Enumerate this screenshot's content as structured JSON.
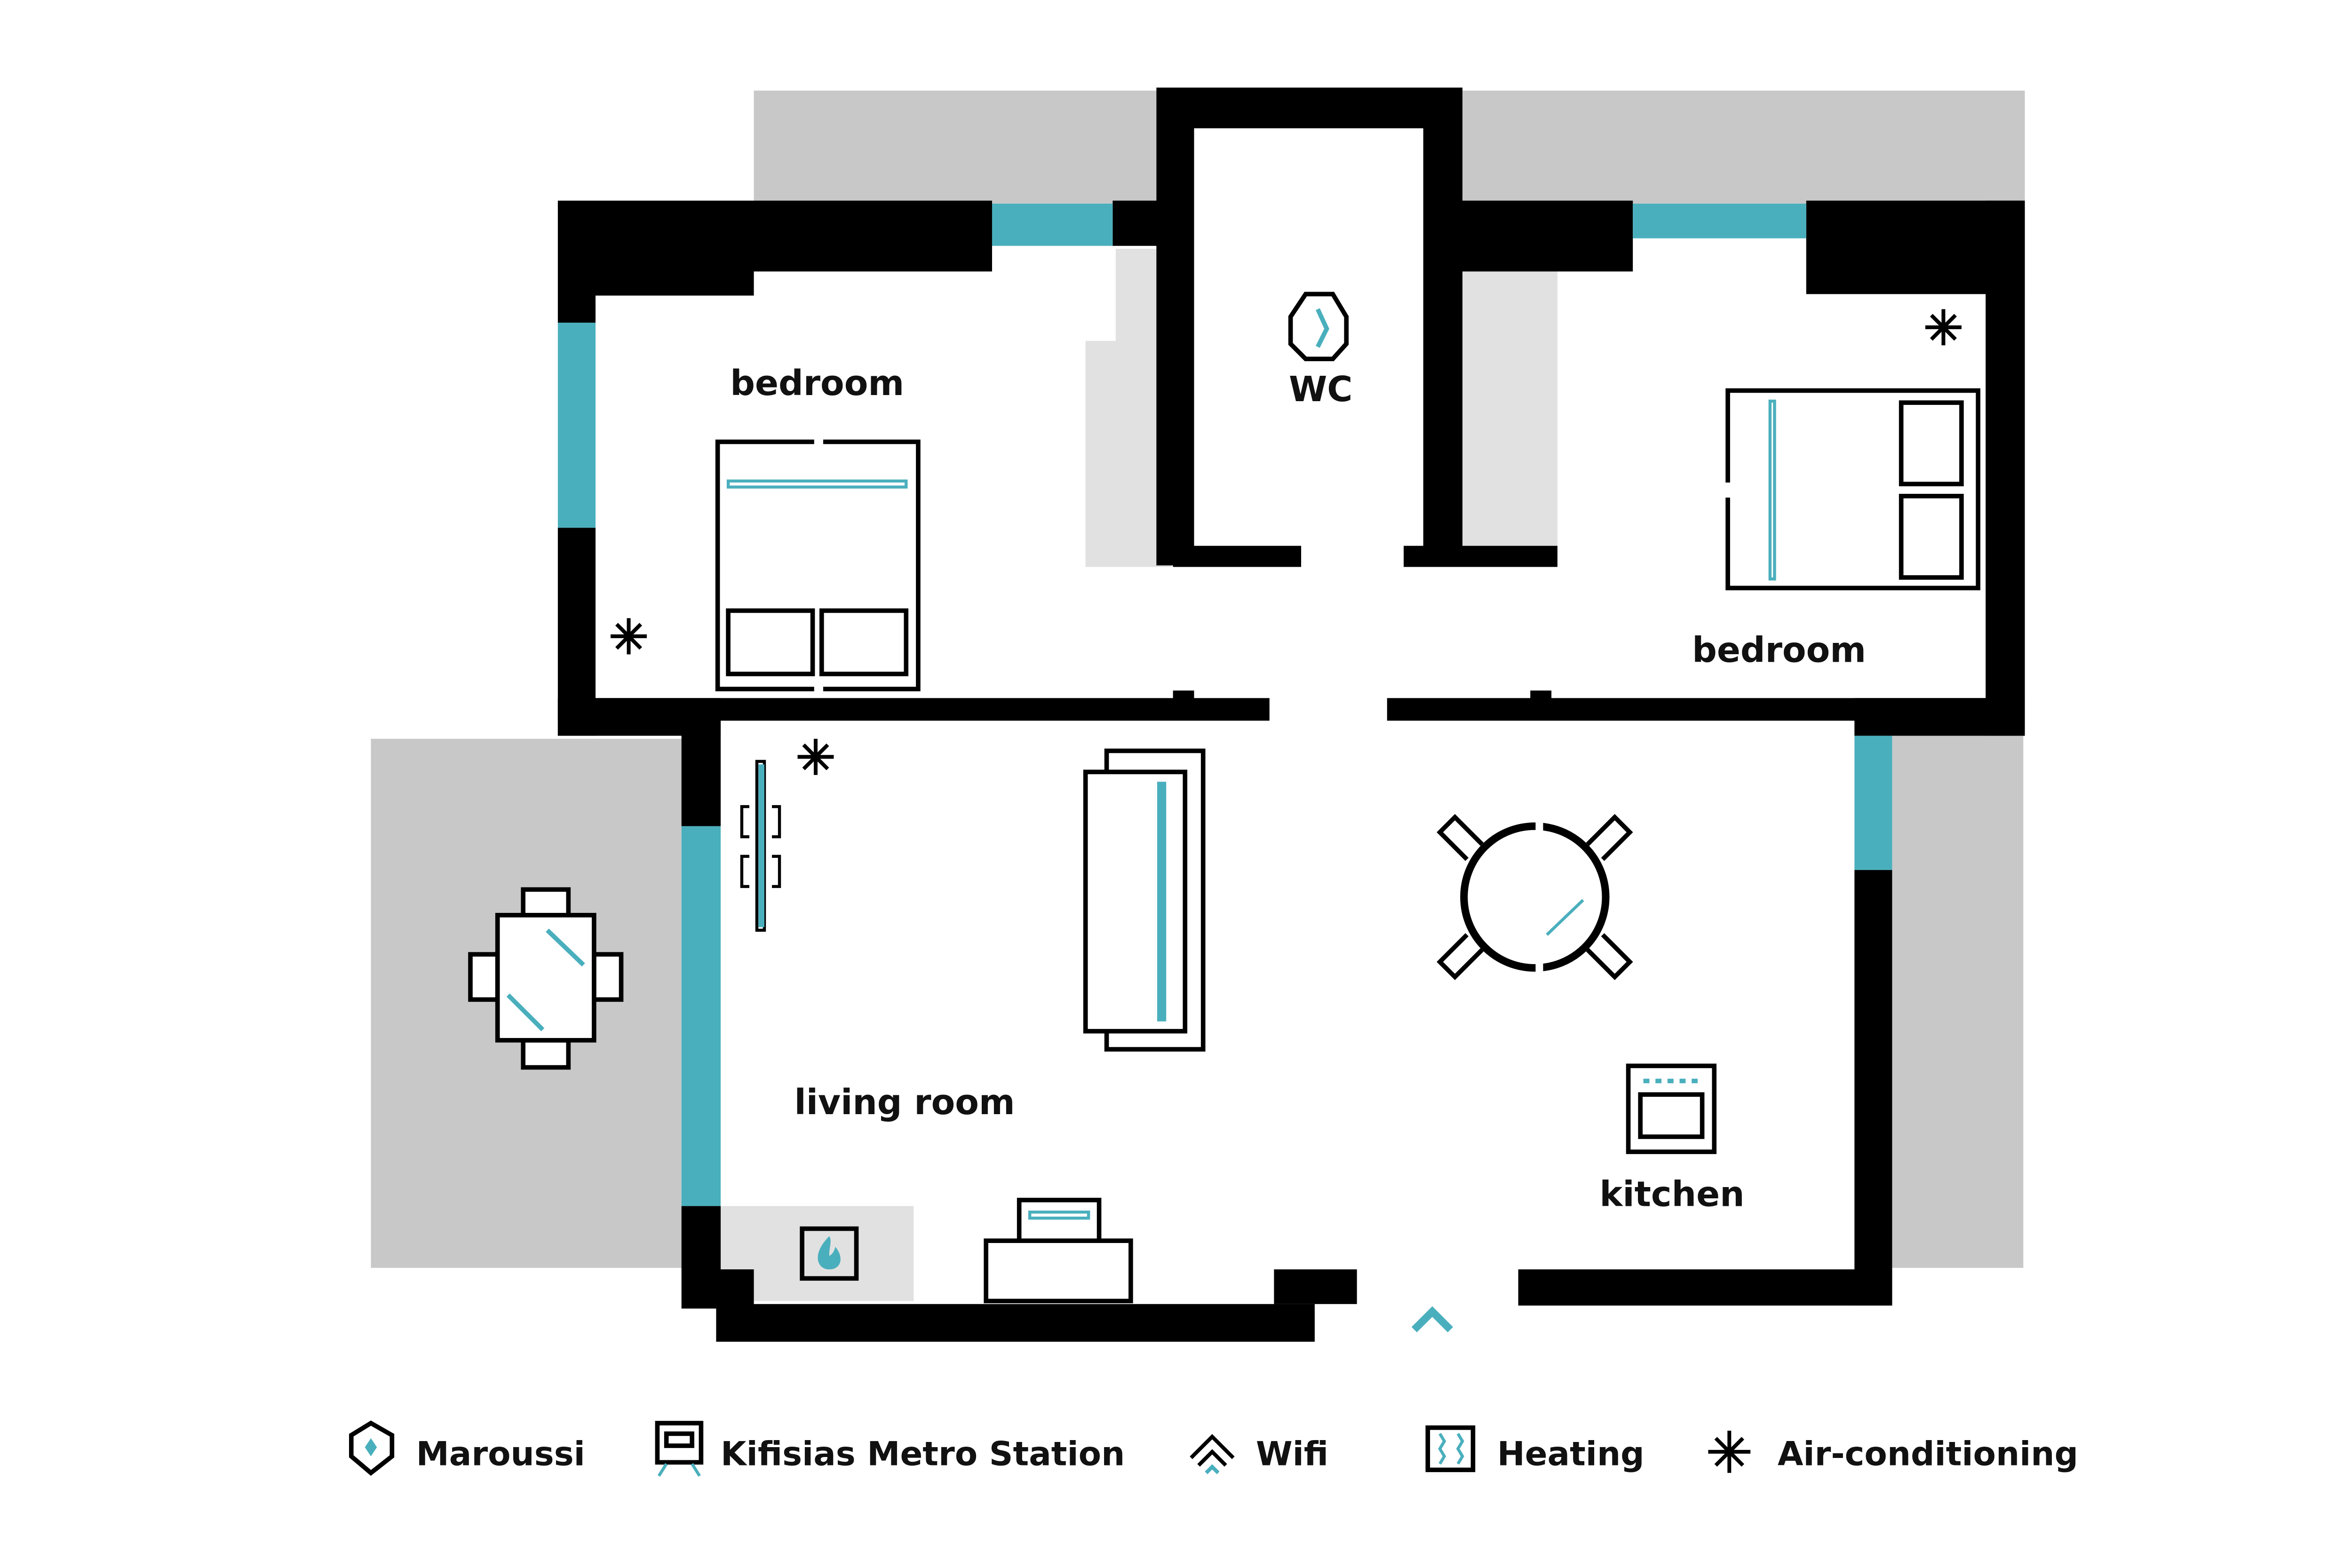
{
  "colors": {
    "wall": "#000000",
    "window": "#4AAFBD",
    "outdoor": "#C8C8C8",
    "closet": "#E1E1E1"
  },
  "rooms": {
    "bedroom_left": "bedroom",
    "wc": "WC",
    "bedroom_right": "bedroom",
    "living_room": "living room",
    "kitchen": "kitchen"
  },
  "legend": [
    {
      "icon": "location-pin-icon",
      "label": "Maroussi"
    },
    {
      "icon": "metro-train-icon",
      "label": "Kifisias Metro Station"
    },
    {
      "icon": "wifi-icon",
      "label": "Wifi"
    },
    {
      "icon": "heating-radiator-icon",
      "label": "Heating"
    },
    {
      "icon": "snowflake-icon",
      "label": "Air-conditioning"
    }
  ]
}
